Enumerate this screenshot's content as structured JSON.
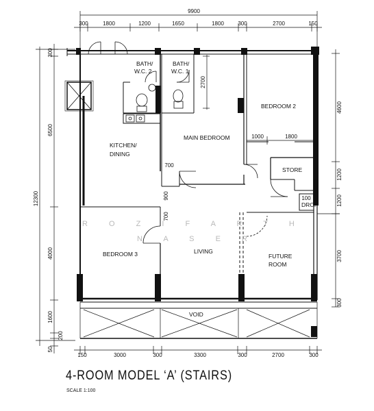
{
  "plan": {
    "title": "4-ROOM MODEL ‘A’ (STAIRS)",
    "scale": "SCALE  1:100",
    "watermark": [
      "R O Z I   F A R T H",
      "N A S E R"
    ],
    "rooms": {
      "bath_wc_2": [
        "BATH/",
        "W.C. 2"
      ],
      "bath_wc_1": [
        "BATH/",
        "W.C. 1"
      ],
      "bedroom_2": "BEDROOM 2",
      "kitchen_dining": [
        "KITCHEN/",
        "DINING"
      ],
      "main_bedroom": "MAIN BEDROOM",
      "store": "STORE",
      "drop": "DROP",
      "bedroom_3": "BEDROOM 3",
      "living": "LIVING",
      "future_room": [
        "FUTURE",
        "ROOM"
      ],
      "void": "VOID"
    },
    "dims_top": {
      "overall": "9900",
      "segments": [
        "300",
        "1800",
        "1200",
        "1650",
        "1800",
        "300",
        "2700",
        "150"
      ]
    },
    "dims_bottom": {
      "segments": [
        "150",
        "3000",
        "300",
        "3300",
        "300",
        "2700",
        "300"
      ]
    },
    "dims_left": {
      "overall": "12300",
      "segments": [
        "300",
        "6500",
        "4000",
        "1600",
        "200",
        "50"
      ]
    },
    "dims_right": {
      "segments": [
        "4600",
        "1200",
        "1200",
        "3700",
        "300"
      ]
    },
    "dims_internal": {
      "bath_depth": "2700",
      "bed2_width_a": "1000",
      "bed2_width_b": "1800",
      "door_700_a": "700",
      "door_900": "900",
      "door_700_b": "700",
      "drop_100": "100"
    }
  }
}
